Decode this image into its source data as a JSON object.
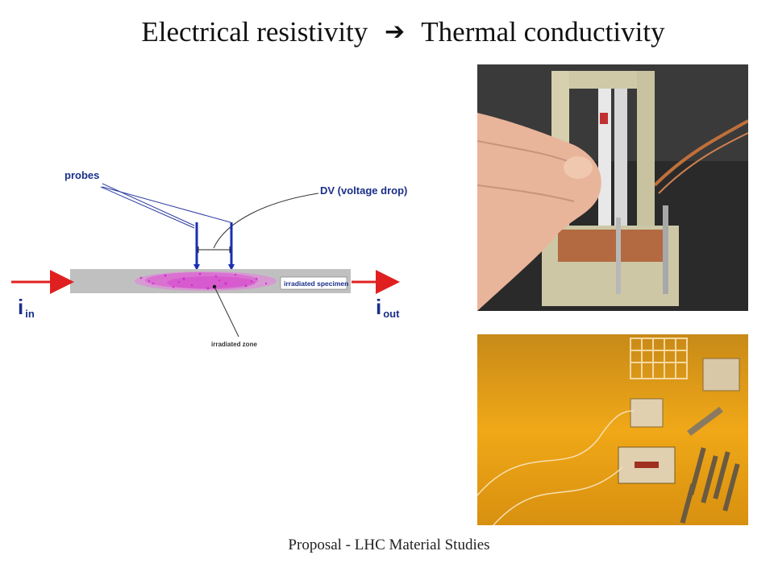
{
  "title": {
    "left": "Electrical resistivity",
    "arrow_symbol": "➔",
    "right": "Thermal conductivity"
  },
  "diagram": {
    "probes_label": "probes",
    "dv_label": "DV (voltage drop)",
    "specimen_label": "irradiated specimen",
    "zone_label": "irradiated zone",
    "i_in_main": "i",
    "i_in_sub": "in",
    "i_out_main": "i",
    "i_out_sub": "out",
    "colors": {
      "current_arrow": "#e02020",
      "probe": "#1a2fb0",
      "label_blue": "#1a2f8a",
      "specimen": "#c0c0c0",
      "zone": "#e040d0"
    }
  },
  "photos": {
    "top": "photo-probe-fixture",
    "bottom": "photo-specimen-holders"
  },
  "footer": "Proposal - LHC Material Studies"
}
